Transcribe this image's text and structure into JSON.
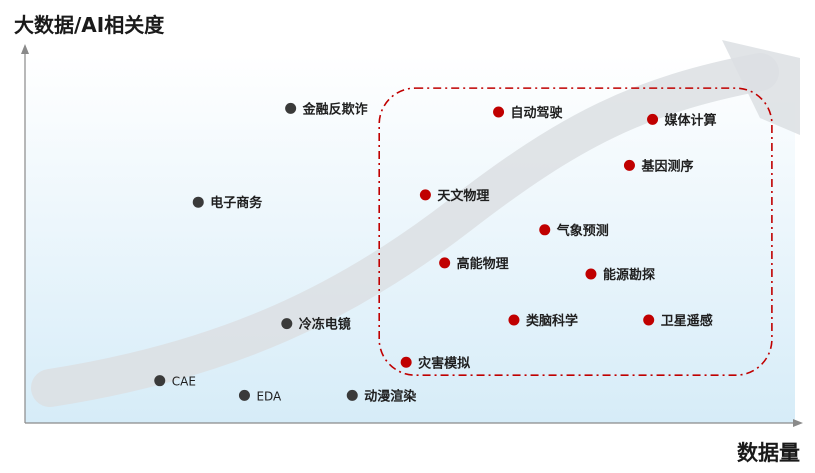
{
  "chart_data": {
    "type": "scatter",
    "title": "",
    "ylabel": "大数据/AI相关度",
    "xlabel": "数据量",
    "xlim": [
      0,
      100
    ],
    "ylim": [
      0,
      100
    ],
    "grid": false,
    "colors": {
      "highlight": "#c00000",
      "normal": "#3a3a3a",
      "background_top": "#ffffff",
      "background_bottom": "#d6ecf8",
      "arrow_band": "#dcdfe3"
    },
    "points": [
      {
        "label": "金融反欺诈",
        "x": 34.5,
        "y": 85.5,
        "group": "normal"
      },
      {
        "label": "电子商务",
        "x": 22.5,
        "y": 60.0,
        "group": "normal"
      },
      {
        "label": "冷冻电镜",
        "x": 34.0,
        "y": 27.0,
        "group": "normal"
      },
      {
        "label": "CAE",
        "x": 17.5,
        "y": 11.5,
        "group": "normal"
      },
      {
        "label": "EDA",
        "x": 28.5,
        "y": 7.5,
        "group": "normal"
      },
      {
        "label": "动漫渲染",
        "x": 42.5,
        "y": 7.5,
        "group": "normal"
      },
      {
        "label": "自动驾驶",
        "x": 61.5,
        "y": 84.5,
        "group": "highlight"
      },
      {
        "label": "媒体计算",
        "x": 81.5,
        "y": 82.5,
        "group": "highlight"
      },
      {
        "label": "基因测序",
        "x": 78.5,
        "y": 70.0,
        "group": "highlight"
      },
      {
        "label": "天文物理",
        "x": 52.0,
        "y": 62.0,
        "group": "highlight"
      },
      {
        "label": "气象预测",
        "x": 67.5,
        "y": 52.5,
        "group": "highlight"
      },
      {
        "label": "高能物理",
        "x": 54.5,
        "y": 43.5,
        "group": "highlight"
      },
      {
        "label": "能源勘探",
        "x": 73.5,
        "y": 40.5,
        "group": "highlight"
      },
      {
        "label": "类脑科学",
        "x": 63.5,
        "y": 28.0,
        "group": "highlight"
      },
      {
        "label": "卫星遥感",
        "x": 81.0,
        "y": 28.0,
        "group": "highlight"
      },
      {
        "label": "灾害模拟",
        "x": 49.5,
        "y": 16.5,
        "group": "highlight"
      }
    ],
    "highlight_region": {
      "x_range": [
        46,
        97
      ],
      "y_range": [
        13,
        91
      ]
    }
  }
}
